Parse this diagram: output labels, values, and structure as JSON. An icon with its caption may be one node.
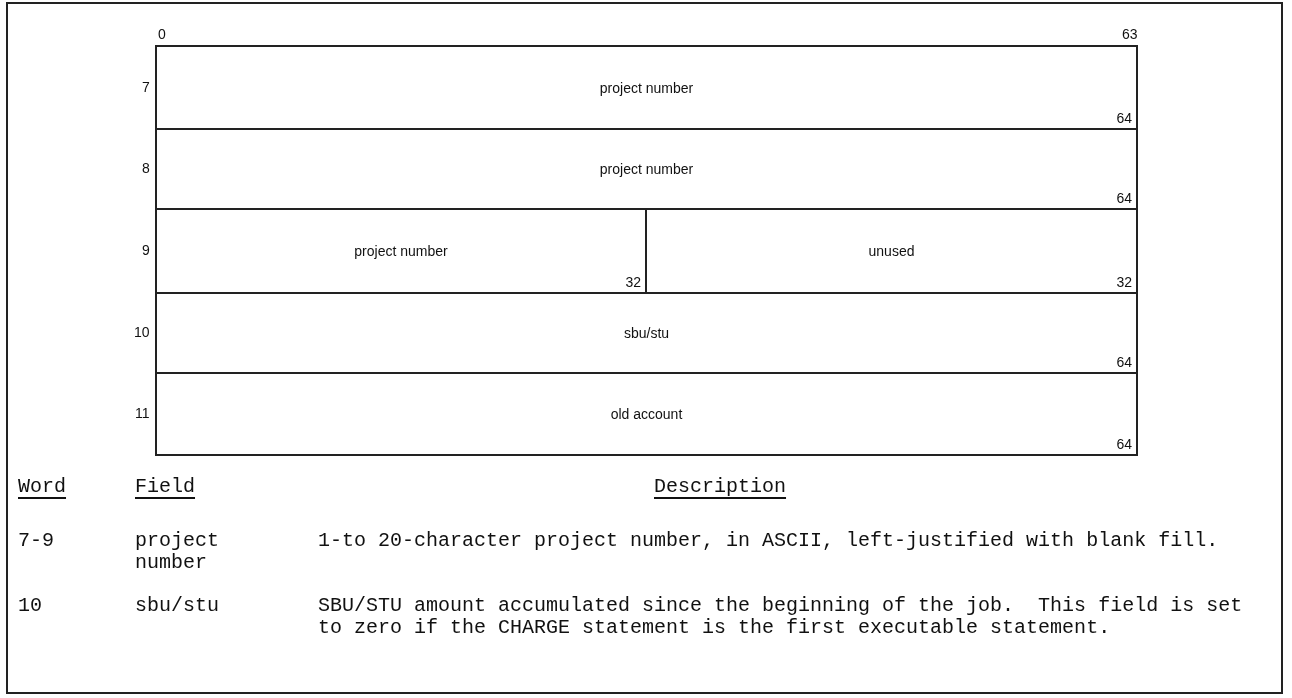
{
  "diagram": {
    "nodes": [
      {
        "text": [
          "project number",
          "64"
        ]
      },
      {
        "text": [
          "project number",
          "64"
        ]
      },
      {
        "text": [
          "project number",
          "32"
        ]
      },
      {
        "text": [
          "unused",
          "32"
        ]
      },
      {
        "text": [
          "sbu/stu",
          "64"
        ]
      },
      {
        "text": [
          "old account",
          "64"
        ]
      }
    ],
    "labels": [
      "0",
      "63",
      "7",
      "8",
      "9",
      "10",
      "11",
      "Word",
      "Field",
      "Description",
      "7-9",
      "project number",
      "1-to 20-character project number, in ASCII, left-justified with blank fill.",
      "10",
      "sbu/stu",
      "SBU/STU amount accumulated since the beginning of the job.  This field is set to zero if the CHARGE statement is the first executable statement."
    ]
  }
}
